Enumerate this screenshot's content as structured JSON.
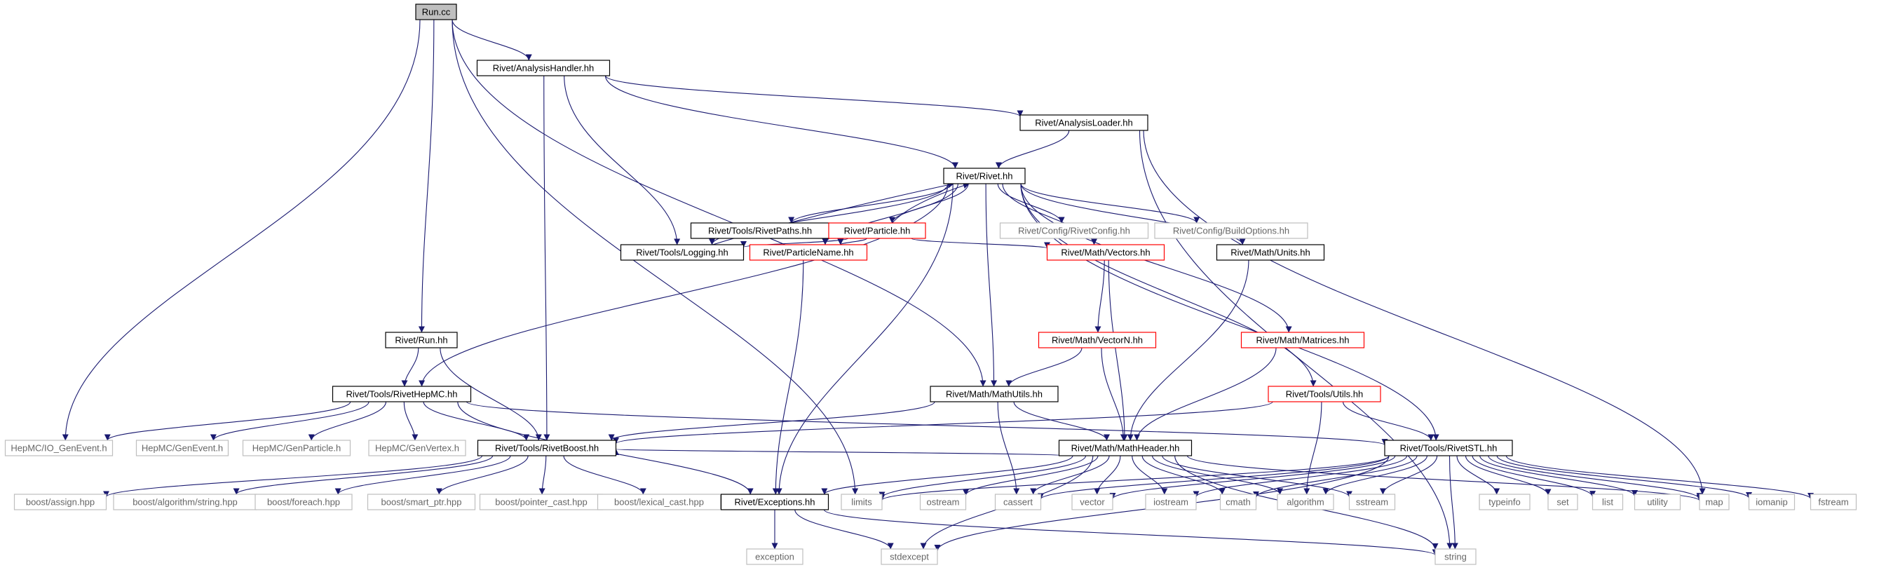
{
  "graph": {
    "nodes": [
      {
        "id": "run_cc",
        "label": "Run.cc",
        "style": "root"
      },
      {
        "id": "analysis_handler",
        "label": "Rivet/AnalysisHandler.hh",
        "style": "black"
      },
      {
        "id": "analysis_loader",
        "label": "Rivet/AnalysisLoader.hh",
        "style": "black"
      },
      {
        "id": "rivet_hh",
        "label": "Rivet/Rivet.hh",
        "style": "black"
      },
      {
        "id": "rivet_paths",
        "label": "Rivet/Tools/RivetPaths.hh",
        "style": "black"
      },
      {
        "id": "particle",
        "label": "Rivet/Particle.hh",
        "style": "red"
      },
      {
        "id": "rivet_config",
        "label": "Rivet/Config/RivetConfig.hh",
        "style": "gray"
      },
      {
        "id": "build_options",
        "label": "Rivet/Config/BuildOptions.hh",
        "style": "gray"
      },
      {
        "id": "logging",
        "label": "Rivet/Tools/Logging.hh",
        "style": "black"
      },
      {
        "id": "particle_name",
        "label": "Rivet/ParticleName.hh",
        "style": "red"
      },
      {
        "id": "vectors",
        "label": "Rivet/Math/Vectors.hh",
        "style": "red"
      },
      {
        "id": "units",
        "label": "Rivet/Math/Units.hh",
        "style": "black"
      },
      {
        "id": "run_hh",
        "label": "Rivet/Run.hh",
        "style": "black"
      },
      {
        "id": "vectorn",
        "label": "Rivet/Math/VectorN.hh",
        "style": "red"
      },
      {
        "id": "matrices",
        "label": "Rivet/Math/Matrices.hh",
        "style": "red"
      },
      {
        "id": "rivet_hepmc",
        "label": "Rivet/Tools/RivetHepMC.hh",
        "style": "black"
      },
      {
        "id": "math_utils",
        "label": "Rivet/Math/MathUtils.hh",
        "style": "black"
      },
      {
        "id": "tools_utils",
        "label": "Rivet/Tools/Utils.hh",
        "style": "red"
      },
      {
        "id": "hepmc_io",
        "label": "HepMC/IO_GenEvent.h",
        "style": "gray"
      },
      {
        "id": "hepmc_genevent",
        "label": "HepMC/GenEvent.h",
        "style": "gray"
      },
      {
        "id": "hepmc_genparticle",
        "label": "HepMC/GenParticle.h",
        "style": "gray"
      },
      {
        "id": "hepmc_genvertex",
        "label": "HepMC/GenVertex.h",
        "style": "gray"
      },
      {
        "id": "rivet_boost",
        "label": "Rivet/Tools/RivetBoost.hh",
        "style": "black"
      },
      {
        "id": "math_header",
        "label": "Rivet/Math/MathHeader.hh",
        "style": "black"
      },
      {
        "id": "rivet_stl",
        "label": "Rivet/Tools/RivetSTL.hh",
        "style": "black"
      },
      {
        "id": "boost_assign",
        "label": "boost/assign.hpp",
        "style": "gray"
      },
      {
        "id": "boost_algo_string",
        "label": "boost/algorithm/string.hpp",
        "style": "gray"
      },
      {
        "id": "boost_foreach",
        "label": "boost/foreach.hpp",
        "style": "gray"
      },
      {
        "id": "boost_smart_ptr",
        "label": "boost/smart_ptr.hpp",
        "style": "gray"
      },
      {
        "id": "boost_pointer_cast",
        "label": "boost/pointer_cast.hpp",
        "style": "gray"
      },
      {
        "id": "boost_lexical_cast",
        "label": "boost/lexical_cast.hpp",
        "style": "gray"
      },
      {
        "id": "exceptions",
        "label": "Rivet/Exceptions.hh",
        "style": "black"
      },
      {
        "id": "limits",
        "label": "limits",
        "style": "gray"
      },
      {
        "id": "ostream",
        "label": "ostream",
        "style": "gray"
      },
      {
        "id": "cassert",
        "label": "cassert",
        "style": "gray"
      },
      {
        "id": "vector",
        "label": "vector",
        "style": "gray"
      },
      {
        "id": "iostream",
        "label": "iostream",
        "style": "gray"
      },
      {
        "id": "cmath",
        "label": "cmath",
        "style": "gray"
      },
      {
        "id": "algorithm",
        "label": "algorithm",
        "style": "gray"
      },
      {
        "id": "sstream",
        "label": "sstream",
        "style": "gray"
      },
      {
        "id": "typeinfo",
        "label": "typeinfo",
        "style": "gray"
      },
      {
        "id": "set",
        "label": "set",
        "style": "gray"
      },
      {
        "id": "list",
        "label": "list",
        "style": "gray"
      },
      {
        "id": "utility",
        "label": "utility",
        "style": "gray"
      },
      {
        "id": "map",
        "label": "map",
        "style": "gray"
      },
      {
        "id": "iomanip",
        "label": "iomanip",
        "style": "gray"
      },
      {
        "id": "fstream",
        "label": "fstream",
        "style": "gray"
      },
      {
        "id": "exception",
        "label": "exception",
        "style": "gray"
      },
      {
        "id": "stdexcept",
        "label": "stdexcept",
        "style": "gray"
      },
      {
        "id": "string",
        "label": "string",
        "style": "gray"
      }
    ],
    "edges": [
      [
        "run_cc",
        "analysis_handler"
      ],
      [
        "run_cc",
        "hepmc_io"
      ],
      [
        "run_cc",
        "run_hh"
      ],
      [
        "run_cc",
        "limits"
      ],
      [
        "run_cc",
        "math_utils"
      ],
      [
        "analysis_handler",
        "rivet_hh"
      ],
      [
        "analysis_handler",
        "analysis_loader"
      ],
      [
        "analysis_handler",
        "logging"
      ],
      [
        "analysis_handler",
        "rivet_boost"
      ],
      [
        "analysis_loader",
        "rivet_hh"
      ],
      [
        "analysis_loader",
        "map"
      ],
      [
        "analysis_loader",
        "string"
      ],
      [
        "rivet_hh",
        "rivet_paths"
      ],
      [
        "rivet_hh",
        "particle"
      ],
      [
        "rivet_hh",
        "rivet_config"
      ],
      [
        "rivet_hh",
        "build_options"
      ],
      [
        "rivet_hh",
        "logging"
      ],
      [
        "rivet_hh",
        "particle_name"
      ],
      [
        "rivet_hh",
        "vectors"
      ],
      [
        "rivet_hh",
        "units"
      ],
      [
        "rivet_hh",
        "matrices"
      ],
      [
        "rivet_hh",
        "tools_utils"
      ],
      [
        "rivet_hh",
        "rivet_stl"
      ],
      [
        "rivet_hh",
        "math_utils"
      ],
      [
        "rivet_hh",
        "exceptions"
      ],
      [
        "rivet_hh",
        "rivet_hepmc"
      ],
      [
        "particle",
        "rivet_hh"
      ],
      [
        "particle",
        "logging"
      ],
      [
        "particle",
        "particle_name"
      ],
      [
        "particle",
        "vectors"
      ],
      [
        "logging",
        "rivet_hh"
      ],
      [
        "particle_name",
        "exceptions"
      ],
      [
        "vectors",
        "vectorn"
      ],
      [
        "vectors",
        "math_header"
      ],
      [
        "units",
        "math_header"
      ],
      [
        "vectorn",
        "math_utils"
      ],
      [
        "vectorn",
        "math_header"
      ],
      [
        "matrices",
        "math_header"
      ],
      [
        "run_hh",
        "rivet_hepmc"
      ],
      [
        "run_hh",
        "rivet_boost"
      ],
      [
        "rivet_hepmc",
        "hepmc_io"
      ],
      [
        "rivet_hepmc",
        "hepmc_genevent"
      ],
      [
        "rivet_hepmc",
        "hepmc_genparticle"
      ],
      [
        "rivet_hepmc",
        "hepmc_genvertex"
      ],
      [
        "rivet_hepmc",
        "rivet_boost"
      ],
      [
        "rivet_hepmc",
        "exceptions"
      ],
      [
        "rivet_hepmc",
        "rivet_stl"
      ],
      [
        "math_utils",
        "math_header"
      ],
      [
        "math_utils",
        "rivet_boost"
      ],
      [
        "math_utils",
        "cassert"
      ],
      [
        "tools_utils",
        "rivet_stl"
      ],
      [
        "tools_utils",
        "rivet_boost"
      ],
      [
        "tools_utils",
        "algorithm"
      ],
      [
        "rivet_boost",
        "boost_assign"
      ],
      [
        "rivet_boost",
        "boost_algo_string"
      ],
      [
        "rivet_boost",
        "boost_foreach"
      ],
      [
        "rivet_boost",
        "boost_smart_ptr"
      ],
      [
        "rivet_boost",
        "boost_pointer_cast"
      ],
      [
        "rivet_boost",
        "boost_lexical_cast"
      ],
      [
        "math_header",
        "rivet_boost"
      ],
      [
        "math_header",
        "exceptions"
      ],
      [
        "math_header",
        "limits"
      ],
      [
        "math_header",
        "ostream"
      ],
      [
        "math_header",
        "cassert"
      ],
      [
        "math_header",
        "vector"
      ],
      [
        "math_header",
        "iostream"
      ],
      [
        "math_header",
        "cmath"
      ],
      [
        "math_header",
        "algorithm"
      ],
      [
        "math_header",
        "sstream"
      ],
      [
        "math_header",
        "string"
      ],
      [
        "math_header",
        "stdexcept"
      ],
      [
        "math_header",
        "map"
      ],
      [
        "rivet_stl",
        "limits"
      ],
      [
        "rivet_stl",
        "cassert"
      ],
      [
        "rivet_stl",
        "vector"
      ],
      [
        "rivet_stl",
        "iostream"
      ],
      [
        "rivet_stl",
        "cmath"
      ],
      [
        "rivet_stl",
        "algorithm"
      ],
      [
        "rivet_stl",
        "sstream"
      ],
      [
        "rivet_stl",
        "typeinfo"
      ],
      [
        "rivet_stl",
        "set"
      ],
      [
        "rivet_stl",
        "list"
      ],
      [
        "rivet_stl",
        "utility"
      ],
      [
        "rivet_stl",
        "map"
      ],
      [
        "rivet_stl",
        "iomanip"
      ],
      [
        "rivet_stl",
        "fstream"
      ],
      [
        "rivet_stl",
        "string"
      ],
      [
        "rivet_stl",
        "stdexcept"
      ],
      [
        "exceptions",
        "exception"
      ],
      [
        "exceptions",
        "stdexcept"
      ],
      [
        "exceptions",
        "string"
      ]
    ]
  },
  "colors": {
    "edge": "#191970",
    "border_black": "#000000",
    "border_red": "#ff0000",
    "border_gray": "#bfbfbf",
    "root_fill": "#bfbfbf",
    "text_black": "#000000",
    "text_gray": "#666666",
    "background": "#ffffff"
  }
}
